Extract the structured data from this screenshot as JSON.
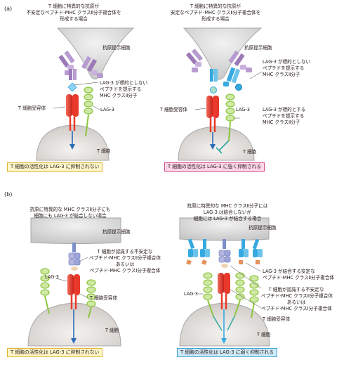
{
  "panels": {
    "a": "(a)",
    "b": "(b)"
  },
  "a_left": {
    "caption": [
      "T 細胞に特異的な抗原が",
      "不安定なペプチド-MHC クラスⅡ分子複合体を",
      "形成する場合"
    ],
    "apc": "抗原提示細胞",
    "mhc_note": [
      "LAG-3 が標的としない",
      "ペプチドを提示する",
      "MHC クラスⅡ分子"
    ],
    "tcr": "T 細胞受容体",
    "lag3": "LAG-3",
    "tcell": "T 細胞",
    "result": "T 細胞の活性化は LAG-3 に抑制されない"
  },
  "a_right": {
    "caption": [
      "T 細胞に特異的な抗原が",
      "安定なペプチド-MHC クラスⅡ分子複合体を",
      "形成する場合"
    ],
    "apc": "抗原提示細胞",
    "mhc_note": [
      "LAG-3 が標的としない",
      "ペプチドを提示する",
      "MHC クラスⅡ分子"
    ],
    "tcr": "T 細胞受容体",
    "lag3": "LAG-3",
    "target_note": [
      "LAG-3 が標的とする",
      "ペプチドを提示する",
      "MHC クラスⅡ分子"
    ],
    "tcell": "T 細胞",
    "result": "T 細胞の活性化は LAG-3 に強く抑制される"
  },
  "b_left": {
    "caption": [
      "抗原に特異的な MHC クラスⅡ分子にも",
      "細胞にも LAG-3 が結合しない場合"
    ],
    "apc": "抗原提示細胞",
    "complex_note": [
      "T 細胞が認識する不安定な",
      "ペプチド-MHC クラスⅡ分子複合体",
      "あるいは",
      "ペプチド-MHC クラスⅠ分子複合体"
    ],
    "lag3": "LAG-3",
    "tcr": "T 細胞受容体",
    "tcell": "T 細胞",
    "result": "T 細胞の活性化は LAG-3 に抑制されない"
  },
  "b_right": {
    "caption": [
      "抗原に特異的な MHC クラスⅡ分子には",
      "LAG-3 は結合しないが",
      "細胞には LAG-3 が結合する場合"
    ],
    "apc": "抗原提示細胞",
    "stable_note": [
      "LAG-3 が結合する安定な",
      "ペプチド-MHC クラスⅡ分子複合体"
    ],
    "complex_note": [
      "T 細胞が認識する不安定な",
      "ペプチド-MHC クラスⅡ分子複合体",
      "あるいは",
      "ペプチド-MHC クラスⅠ分子複合体"
    ],
    "lag3": "LAG-3",
    "tcr": "T 細胞受容体",
    "tcell": "T 細胞",
    "result": "T 細胞の活性化は LAG-3 に弱く抑制される"
  },
  "colors": {
    "apc": "#dcdcdc",
    "tcell": "#e4e1df",
    "tcr": "#e8392b",
    "lag3": "#8dc63f",
    "mhc_purple": "#b89bd0",
    "mhc_blue": "#36a9e1",
    "box_yellow": "#fff6c9",
    "box_pink": "#fbd5e6",
    "box_blue": "#cfeaf8"
  }
}
